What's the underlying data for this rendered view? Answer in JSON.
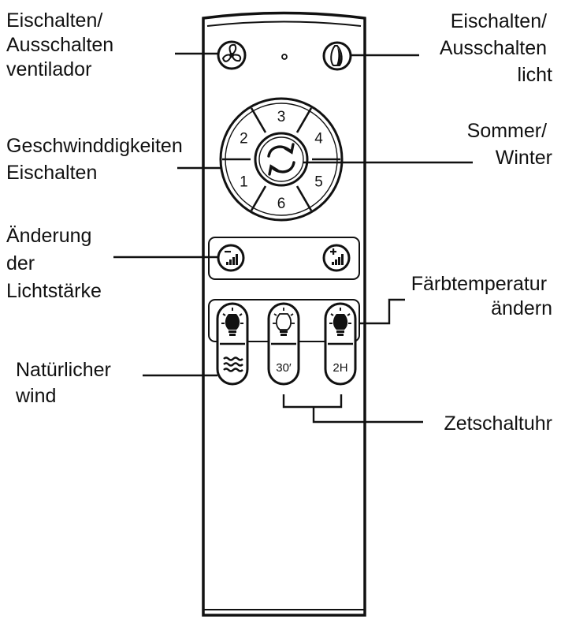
{
  "labels": {
    "fan_power": [
      "Eischalten/",
      "Ausschalten",
      "ventilador"
    ],
    "light_power": [
      "Eischalten/",
      "Ausschalten",
      "licht"
    ],
    "speeds": [
      "Geschwinddigkeiten",
      "Eischalten"
    ],
    "summer_winter": [
      "Sommer/",
      "Winter"
    ],
    "brightness": [
      "Änderung",
      "der",
      "Lichtstärke"
    ],
    "color_temp": [
      "Färbtemperatur",
      "ändern"
    ],
    "natural_wind": [
      "Natürlicher",
      "wind"
    ],
    "timer": [
      "Zetschaltuhr"
    ]
  },
  "remote": {
    "speed_buttons": [
      "3",
      "4",
      "5",
      "6",
      "1",
      "2"
    ],
    "timer_30": "30′",
    "timer_2h": "2H"
  }
}
